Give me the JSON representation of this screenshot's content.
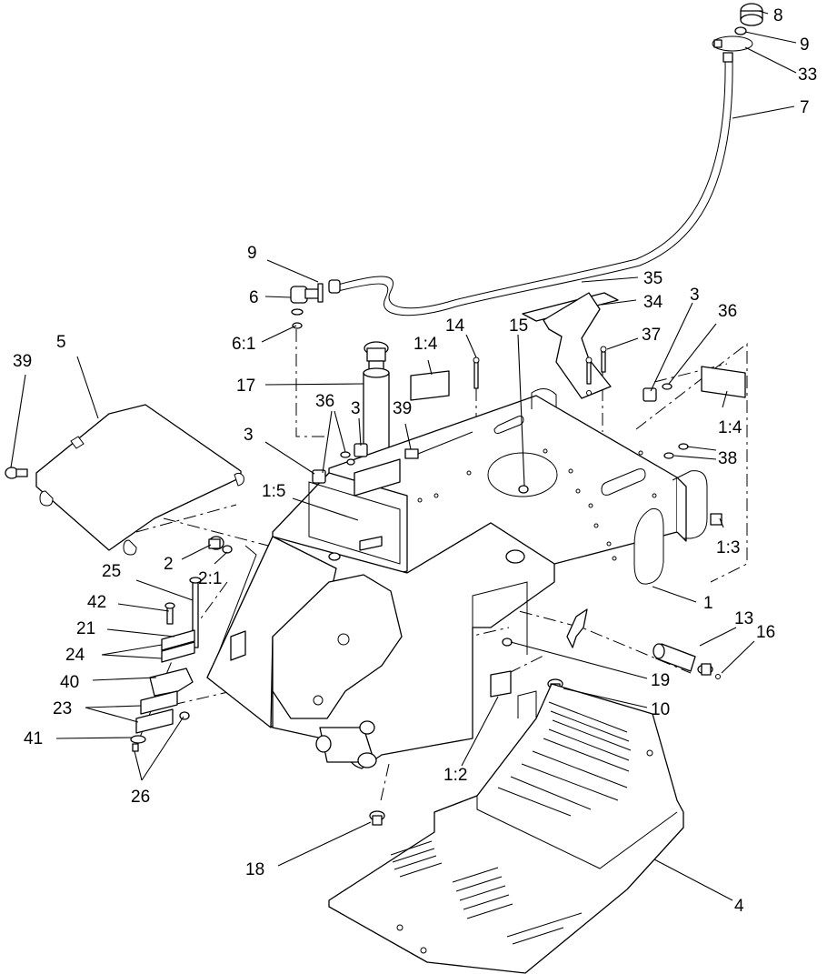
{
  "callouts": [
    {
      "id": "8",
      "text": "8"
    },
    {
      "id": "9-top",
      "text": "9"
    },
    {
      "id": "33",
      "text": "33"
    },
    {
      "id": "7",
      "text": "7"
    },
    {
      "id": "9-left",
      "text": "9"
    },
    {
      "id": "6",
      "text": "6"
    },
    {
      "id": "6-1",
      "text": "6:1"
    },
    {
      "id": "35",
      "text": "35"
    },
    {
      "id": "34",
      "text": "34"
    },
    {
      "id": "3-right",
      "text": "3"
    },
    {
      "id": "36-right",
      "text": "36"
    },
    {
      "id": "37",
      "text": "37"
    },
    {
      "id": "14",
      "text": "14"
    },
    {
      "id": "15",
      "text": "15"
    },
    {
      "id": "1-4-center",
      "text": "1:4"
    },
    {
      "id": "1-4-right",
      "text": "1:4"
    },
    {
      "id": "38",
      "text": "38"
    },
    {
      "id": "39-left",
      "text": "39"
    },
    {
      "id": "5",
      "text": "5"
    },
    {
      "id": "17",
      "text": "17"
    },
    {
      "id": "36-center",
      "text": "36"
    },
    {
      "id": "3-center",
      "text": "3"
    },
    {
      "id": "39-center",
      "text": "39"
    },
    {
      "id": "3-left",
      "text": "3"
    },
    {
      "id": "1-5",
      "text": "1:5"
    },
    {
      "id": "2",
      "text": "2"
    },
    {
      "id": "2-1",
      "text": "2:1"
    },
    {
      "id": "25",
      "text": "25"
    },
    {
      "id": "42",
      "text": "42"
    },
    {
      "id": "21",
      "text": "21"
    },
    {
      "id": "24",
      "text": "24"
    },
    {
      "id": "40",
      "text": "40"
    },
    {
      "id": "23",
      "text": "23"
    },
    {
      "id": "41",
      "text": "41"
    },
    {
      "id": "26",
      "text": "26"
    },
    {
      "id": "1-3",
      "text": "1:3"
    },
    {
      "id": "1",
      "text": "1"
    },
    {
      "id": "13",
      "text": "13"
    },
    {
      "id": "16",
      "text": "16"
    },
    {
      "id": "19",
      "text": "19"
    },
    {
      "id": "10",
      "text": "10"
    },
    {
      "id": "1-2",
      "text": "1:2"
    },
    {
      "id": "18",
      "text": "18"
    },
    {
      "id": "4",
      "text": "4"
    }
  ]
}
